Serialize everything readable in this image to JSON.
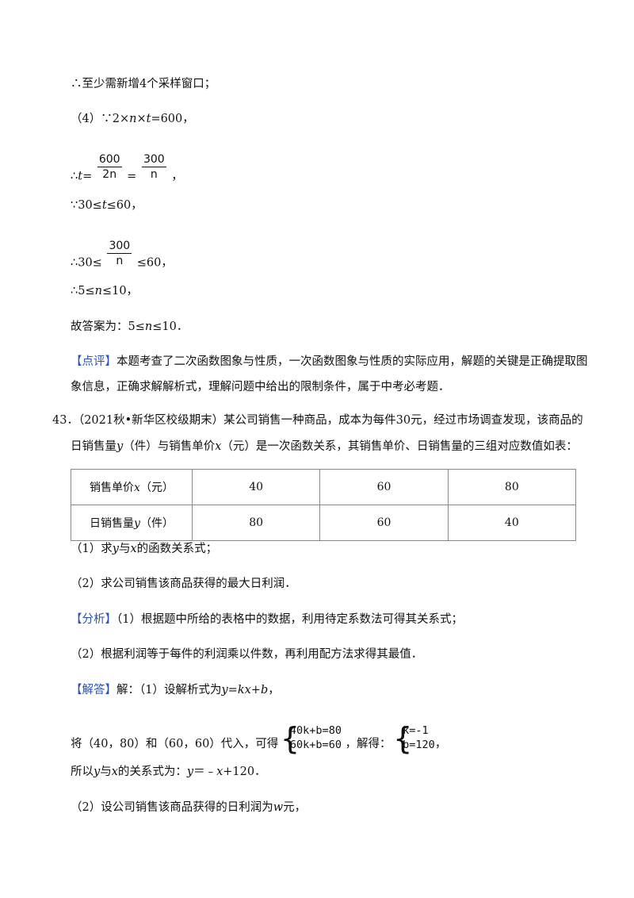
{
  "lines": {
    "l1": "∴至少需新增4个采样窗口；",
    "l2_prefix": "（4）∵2×",
    "l2_n": "n",
    "l2_times": "×",
    "l2_t": "t",
    "l2_suffix": "=600，",
    "l3_prefix": "∴",
    "l3_t": "t",
    "l3_eq": "=",
    "l3_frac1_num": "600",
    "l3_frac1_den": "2n",
    "l3_eq2": "=",
    "l3_frac2_num": "300",
    "l3_frac2_den": "n",
    "l3_suffix": "，",
    "l4_prefix": "∵30≤",
    "l4_t": "t",
    "l4_suffix": "≤60，",
    "l5_prefix": "∴30≤",
    "l5_frac_num": "300",
    "l5_frac_den": "n",
    "l5_suffix": "≤60，",
    "l6_prefix": "∴5≤",
    "l6_n": "n",
    "l6_suffix": "≤10，",
    "l7_prefix": "故答案为：5≤",
    "l7_n": "n",
    "l7_suffix": "≤10．",
    "comment_tag": "【点评】",
    "comment_line1": "本题考查了二次函数图象与性质，一次函数图象与性质的实际应用，解题的关键是正确提取图",
    "comment_line2": "象信息，正确求解解析式，理解问题中给出的限制条件，属于中考必考题．",
    "q43_line1": "43．（2021秋•新华区校级期末）某公司销售一种商品，成本为每件30元，经过市场调查发现，该商品的",
    "q43_line2_a": "日销售量",
    "q43_line2_y": "y",
    "q43_line2_b": "（件）与销售单价",
    "q43_line2_x": "x",
    "q43_line2_c": "（元）是一次函数关系，其销售单价、日销售量的三组对应数值如表：",
    "sub1_a": "（1）求",
    "sub1_y": "y",
    "sub1_b": "与",
    "sub1_x": "x",
    "sub1_c": "的函数关系式；",
    "sub2": "（2）求公司销售该商品获得的最大日利润．",
    "analysis_tag": "【分析】",
    "analysis_1": "（1）根据题中所给的表格中的数据，利用待定系数法可得其关系式；",
    "analysis_2": "（2）根据利润等于每件的利润乘以件数，再利用配方法求得其最值．",
    "solution_tag": "【解答】",
    "solution_1a": "解：（1）设解析式为",
    "solution_1_expr": "y=kx+b",
    "solution_1c": "，",
    "sys_prefix": "将（40，80）和（60，60）代入，可得",
    "sys1_eq1": "40k+b=80",
    "sys1_eq2": "60k+b=60",
    "sys_mid": "，解得：",
    "sys2_eq1": "k=-1",
    "sys2_eq2": "b=120",
    "sys_suffix": "，",
    "rel_a": "所以",
    "rel_y": "y",
    "rel_b": "与",
    "rel_x": "x",
    "rel_c": "的关系式为：",
    "rel_expr_y": "y",
    "rel_expr_mid": "＝﹣",
    "rel_expr_x": "x",
    "rel_expr_end": "+120．",
    "profit_a": "（2）设公司销售该商品获得的日利润为",
    "profit_w": "w",
    "profit_b": "元，"
  },
  "table": {
    "rows": [
      {
        "label_a": "销售单价",
        "label_var": "x",
        "label_b": "（元）",
        "values": [
          "40",
          "60",
          "80"
        ]
      },
      {
        "label_a": "日销售量",
        "label_var": "y",
        "label_b": "（件）",
        "values": [
          "80",
          "60",
          "40"
        ]
      }
    ]
  },
  "colors": {
    "tag_blue": "#2a52be"
  }
}
